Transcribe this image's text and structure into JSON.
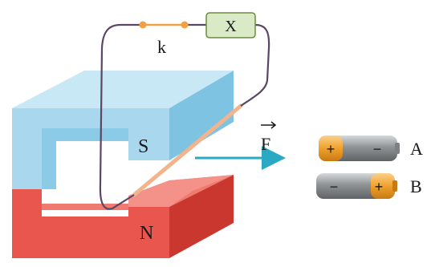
{
  "labels": {
    "switch": "k",
    "device": "X",
    "south_pole": "S",
    "north_pole": "N",
    "force": "F",
    "battery_a": "A",
    "battery_b": "B"
  },
  "battery_a_signs": {
    "left": "+",
    "right": "−"
  },
  "battery_b_signs": {
    "left": "−",
    "right": "+"
  },
  "colors": {
    "south_magnet": "#a9d8ee",
    "north_magnet": "#e8564d",
    "device_box": "#dbeac6",
    "switch_dots": "#f2a041",
    "wire": "#5a4763",
    "rod": "#f1b48d",
    "force_arrow": "#2aa9c5",
    "battery_body": "#8f9396",
    "battery_terminal": "#f0a12c"
  }
}
